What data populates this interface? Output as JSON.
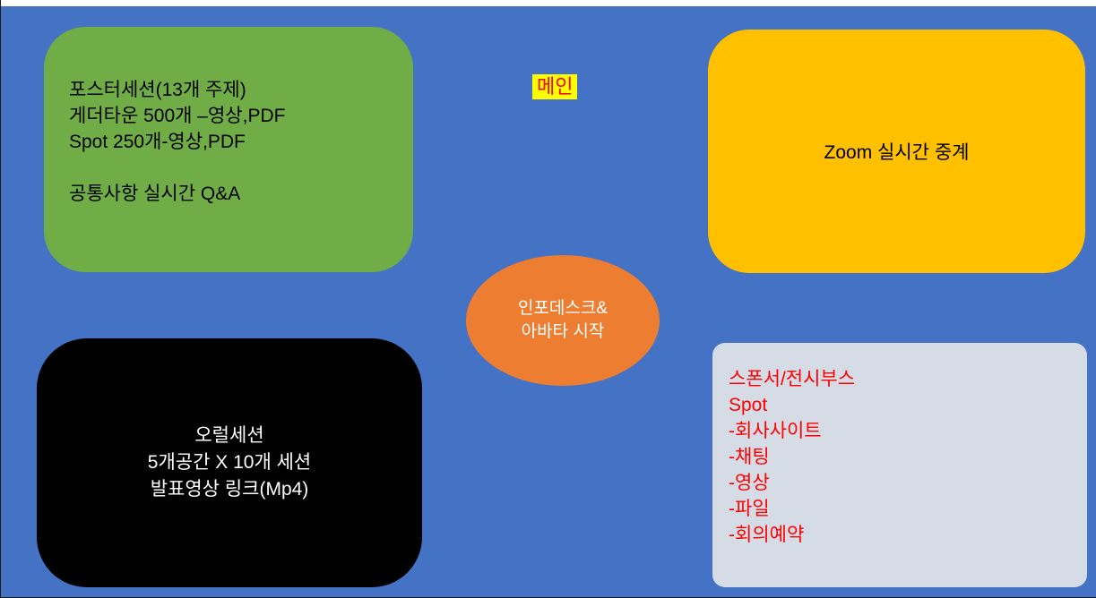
{
  "slide": {
    "background_color": "#4472C4",
    "top_strip_color": "#FFFFFF"
  },
  "poster_box": {
    "fill_color": "#70AD47",
    "text_color": "#000000",
    "lines": [
      "포스터세션(13개 주제)",
      "게더타운 500개 –영상,PDF",
      "Spot 250개-영상,PDF",
      "",
      "공통사항 실시간 Q&A"
    ]
  },
  "main_label": {
    "text": "메인",
    "highlight_color": "#FFFF00",
    "text_color": "#FF0000"
  },
  "zoom_box": {
    "fill_color": "#FFC000",
    "text_color": "#000000",
    "text": "Zoom 실시간 중계"
  },
  "infodesk_ellipse": {
    "fill_color": "#ED7D31",
    "text_color": "#FFFFFF",
    "lines": [
      "인포데스크&",
      "아바타 시작"
    ]
  },
  "oral_box": {
    "fill_color": "#000000",
    "text_color": "#FFFFFF",
    "lines": [
      "오럴세션",
      "5개공간 X 10개 세션",
      "발표영상 링크(Mp4)"
    ]
  },
  "sponsor_box": {
    "fill_color": "#D6DCE5",
    "text_color": "#FF0000",
    "lines": [
      "스폰서/전시부스",
      "Spot",
      "-회사사이트",
      "-채팅",
      "-영상",
      "-파일",
      "-회의예약"
    ]
  }
}
